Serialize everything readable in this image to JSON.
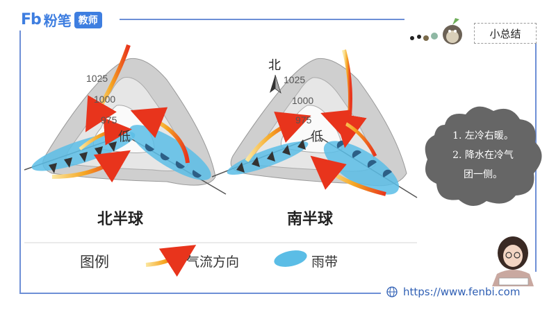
{
  "brand": {
    "mark": "Fb",
    "name": "粉笔",
    "tag": "教师"
  },
  "summary_title": "小总结",
  "north": {
    "caption": "北半球",
    "isobars": [
      "1025",
      "1000",
      "975"
    ],
    "center": "低"
  },
  "south": {
    "caption": "南半球",
    "compass": "北",
    "isobars": [
      "1025",
      "1000",
      "975"
    ],
    "center": "低"
  },
  "legend": {
    "title": "图例",
    "airflow": "气流方向",
    "rainband": "雨带"
  },
  "notes": [
    "1. 左冷右暖。",
    "2. 降水在冷气",
    "团一侧。"
  ],
  "url": "https://www.fenbi.com",
  "colors": {
    "frame": "#6d8fd6",
    "brand": "#3e7ee0",
    "rain": "#5bbde6",
    "cloud": "#666666"
  }
}
